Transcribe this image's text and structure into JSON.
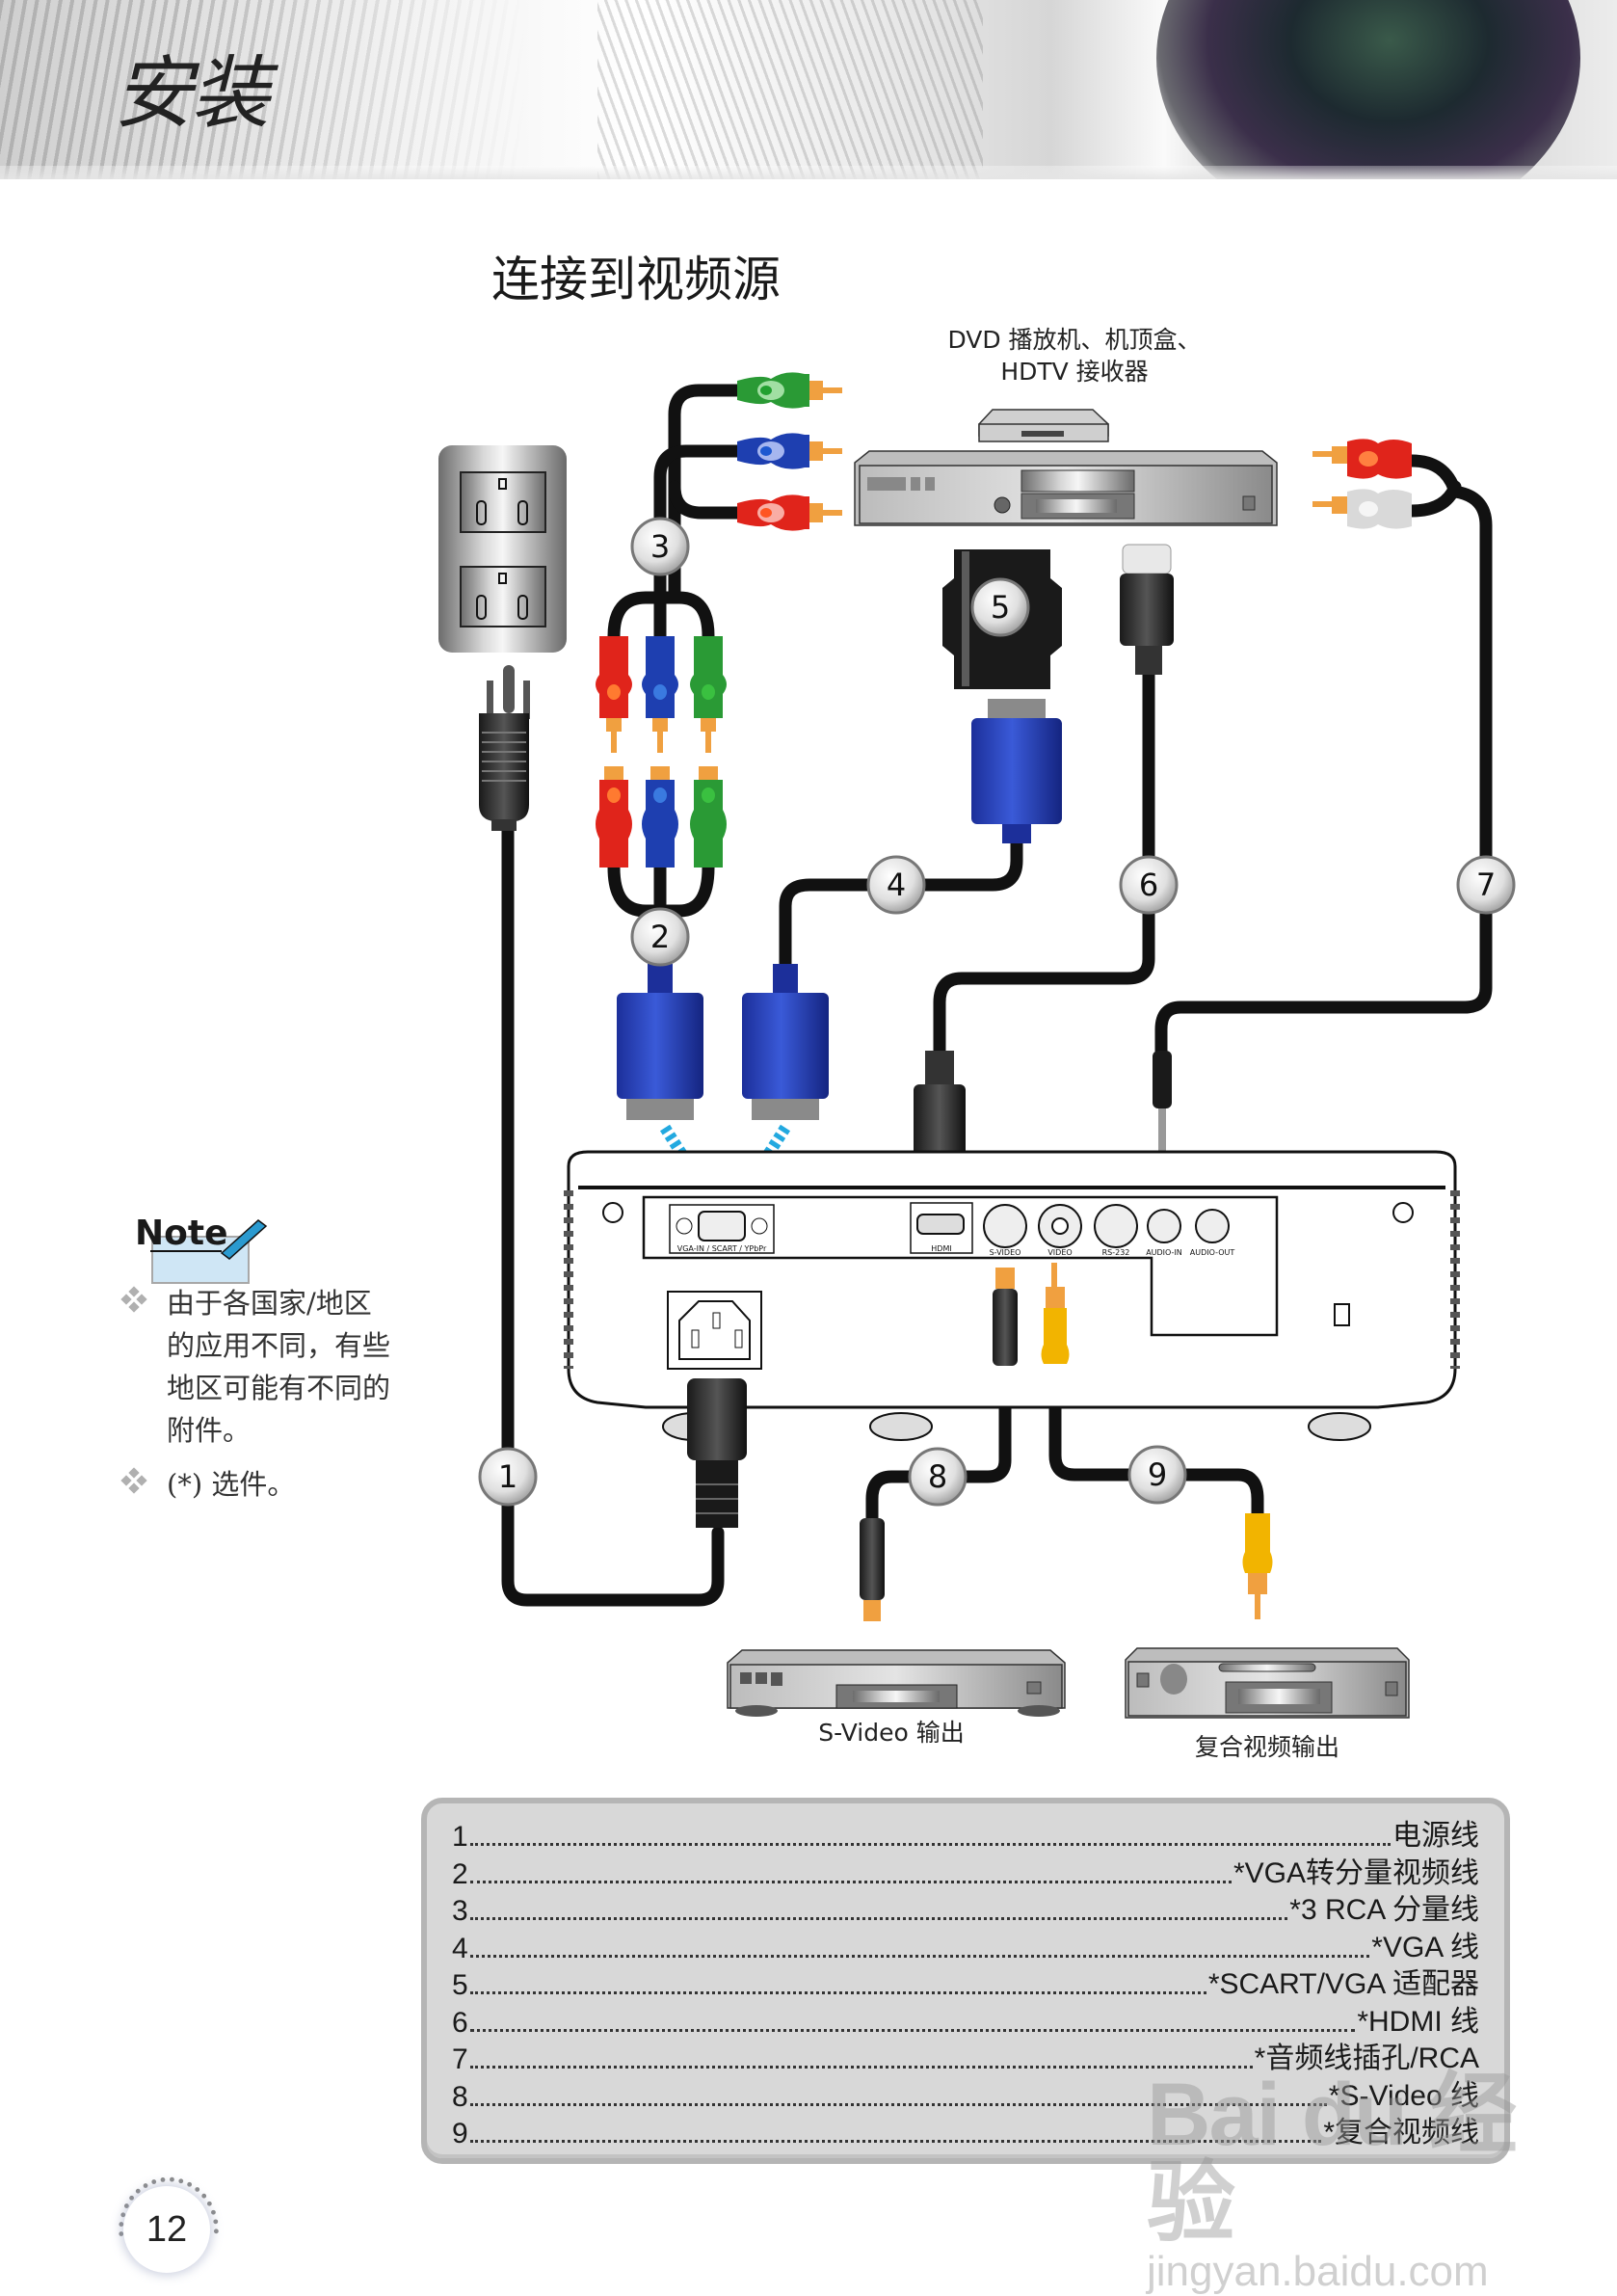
{
  "header": {
    "section_title": "安装",
    "page_title": "连接到视频源"
  },
  "diagram": {
    "source_device_label_line1": "DVD 播放机、机顶盒、",
    "source_device_label_line2": "HDTV 接收器",
    "svideo_device_label": "S-Video 输出",
    "composite_device_label": "复合视频输出",
    "callouts": [
      "1",
      "2",
      "3",
      "4",
      "5",
      "6",
      "7",
      "8",
      "9"
    ],
    "projector_ports": [
      {
        "id": "vga",
        "label": "VGA-IN / SCART / YPbPr"
      },
      {
        "id": "hdmi",
        "label": "HDMI"
      },
      {
        "id": "svideo",
        "label": "S-VIDEO"
      },
      {
        "id": "video",
        "label": "VIDEO"
      },
      {
        "id": "rs232",
        "label": "RS-232"
      },
      {
        "id": "audio-in",
        "label": "AUDIO-IN"
      },
      {
        "id": "audio-out",
        "label": "AUDIO-OUT"
      }
    ],
    "colors": {
      "cable": "#111111",
      "rca_red": "#e0241b",
      "rca_green": "#2a9a35",
      "rca_blue": "#1e3fb0",
      "rca_white": "#d9d9d9",
      "rca_yellow": "#f2b400",
      "arrow_blue": "#22a9e0",
      "callout_fill": "#e6e6e6"
    }
  },
  "note": {
    "title": "Note",
    "items": [
      [
        "由于各国家/地区",
        "的应用不同，有些",
        "地区可能有不同的",
        "附件。"
      ],
      [
        "(*) 选件。"
      ]
    ]
  },
  "legend": {
    "items": [
      {
        "num": "1",
        "name": "电源线"
      },
      {
        "num": "2",
        "name": "*VGA转分量视频线"
      },
      {
        "num": "3",
        "name": "*3 RCA 分量线"
      },
      {
        "num": "4",
        "name": "*VGA 线"
      },
      {
        "num": "5",
        "name": "*SCART/VGA 适配器"
      },
      {
        "num": "6",
        "name": "*HDMI 线"
      },
      {
        "num": "7",
        "name": "*音频线插孔/RCA"
      },
      {
        "num": "8",
        "name": "*S-Video 线"
      },
      {
        "num": "9",
        "name": "*复合视频线"
      }
    ]
  },
  "footer": {
    "page_number": "12"
  },
  "watermark": {
    "line1": "Bai du 经验",
    "line2": "jingyan.baidu.com"
  }
}
